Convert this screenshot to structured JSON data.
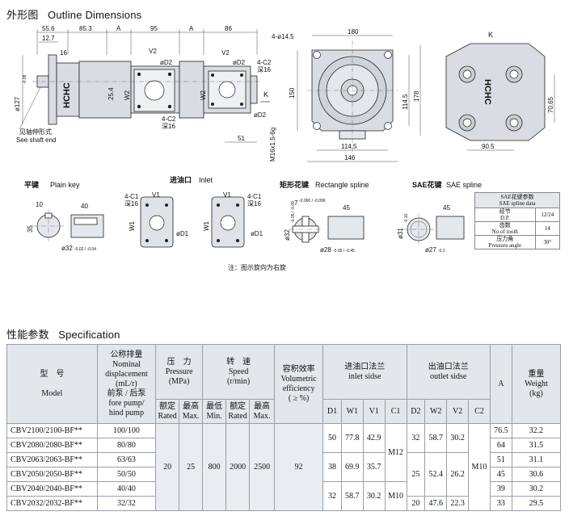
{
  "outline": {
    "title_cn": "外形图",
    "title_en": "Outline Dimensions",
    "side": {
      "dims_top": [
        "55.6",
        "85.3",
        "A",
        "95",
        "A",
        "86"
      ],
      "dim_12_7": "12.7",
      "dim_16": "16",
      "dia_127": "ø127",
      "dia_127_tol": "-0.08",
      "brand": "HCHC",
      "v2": "V2",
      "d2": "øD2",
      "w2": "W2",
      "c2": "4-C2",
      "c2_depth": "深16",
      "dim_25_4": "25.4",
      "k": "K",
      "dim_51": "51",
      "m16": "M16x1.5-6g",
      "shaft_note_cn": "见轴伸形式",
      "shaft_note_en": "See shaft end"
    },
    "front": {
      "bolt": "4-ø14.5",
      "dim_180": "180",
      "dim_150": "150",
      "dim_114_5_v": "114.5",
      "dim_178": "178",
      "dim_114_5_h": "114.5",
      "dim_146": "146"
    },
    "rear": {
      "k": "K",
      "brand": "HCHC",
      "dim_70_65": "70.65",
      "dim_90_5": "90.5"
    },
    "inlet": {
      "title_cn": "进油口",
      "title_en": "Inlet",
      "c1": "4-C1",
      "c1_depth": "深16",
      "v1": "V1",
      "w1": "W1",
      "d1": "øD1"
    },
    "plain_key": {
      "title_cn": "平键",
      "title_en": "Plain key",
      "dim_10": "10",
      "dim_40": "40",
      "dim_35": "35",
      "dim_35_tol": "-0.2",
      "dia_32": "ø32",
      "dia_32_tol": "-0.02 / -0.04"
    },
    "rect_spline": {
      "title_cn": "矩形花键",
      "title_en": "Rectangle spline",
      "dim_7": "7",
      "dim_7_tol": "-0.060 / -0.096",
      "dim_45": "45",
      "dia_32": "ø32",
      "dia_32_tol": "-0.05 / -0.09",
      "dia_28": "ø28",
      "dia_28_tol": "-0.05 / -0.45"
    },
    "sae_spline": {
      "title_cn": "SAE花键",
      "title_en": "SAE spline",
      "dim_45": "45",
      "dia_31": "ø31",
      "dia_31_tol": "-0.10",
      "dia_27": "ø27",
      "dia_27_tol": "-0.2"
    },
    "sae_table": {
      "header_cn": "SAE花键参数",
      "header_en": "SAE spline data",
      "rows": [
        {
          "cn": "经节",
          "en": "D.P.",
          "value": "12/24"
        },
        {
          "cn": "齿数",
          "en": "No.of tooth",
          "value": "14"
        },
        {
          "cn": "压力角",
          "en": "Pressure angle",
          "value": "30°"
        }
      ]
    },
    "rotation_note": "注：图示旋向为右旋"
  },
  "spec": {
    "title_cn": "性能参数",
    "title_en": "Specification",
    "headers": {
      "model_cn": "型　号",
      "model_en": "Model",
      "disp_cn": "公称排量",
      "disp_en1": "Nominal",
      "disp_en2": "displacement",
      "disp_unit": "(mL/r)",
      "disp_cn2": "前泵 / 后泵",
      "disp_en3": "fore pump/",
      "disp_en4": "hind pump",
      "press_cn": "压　力",
      "press_en": "Pressure",
      "press_unit": "(MPa)",
      "press_rated_cn": "额定",
      "press_rated_en": "Rated",
      "press_max_cn": "最高",
      "press_max_en": "Max.",
      "speed_cn": "转　速",
      "speed_en": "Speed",
      "speed_unit": "(r/min)",
      "speed_min_cn": "最低",
      "speed_min_en": "Min.",
      "speed_rated_cn": "额定",
      "speed_rated_en": "Rated",
      "speed_max_cn": "最高",
      "speed_max_en": "Max.",
      "eff_cn": "容积效率",
      "eff_en1": "Volumetric",
      "eff_en2": "efficiency",
      "eff_unit": "( ≥ %)",
      "inlet_cn": "进油口法兰",
      "inlet_en": "inlet sidse",
      "outlet_cn": "出油口法兰",
      "outlet_en": "outlet sidse",
      "a": "A",
      "weight_cn": "重量",
      "weight_en": "Weight",
      "weight_unit": "(kg)",
      "d1": "D1",
      "w1": "W1",
      "v1": "V1",
      "c1": "C1",
      "d2": "D2",
      "w2": "W2",
      "v2": "V2",
      "c2": "C2"
    },
    "shared": {
      "press_rated": "20",
      "press_max": "25",
      "speed_min": "800",
      "speed_rated": "2000",
      "speed_max": "2500",
      "efficiency": "92",
      "c1": "M12",
      "c1_last": "M10",
      "c2": "M10"
    },
    "groups": {
      "in1": {
        "d1": "50",
        "w1": "77.8",
        "v1": "42.9"
      },
      "in2": {
        "d1": "38",
        "w1": "69.9",
        "v1": "35.7"
      },
      "in3": {
        "d1": "32",
        "w1": "58.7",
        "v1": "30.2"
      },
      "out1": {
        "d2": "32",
        "w2": "58.7",
        "v2": "30.2"
      },
      "out2": {
        "d2": "25",
        "w2": "52.4",
        "v2": "26.2"
      },
      "out3": {
        "d2": "20",
        "w2": "47.6",
        "v2": "22.3"
      }
    },
    "rows": [
      {
        "model": "CBV2100/2100-BF**",
        "disp": "100/100",
        "a": "76.5",
        "weight": "32.2"
      },
      {
        "model": "CBV2080/2080-BF**",
        "disp": "80/80",
        "a": "64",
        "weight": "31.5"
      },
      {
        "model": "CBV2063/2063-BF**",
        "disp": "63/63",
        "a": "51",
        "weight": "31.1"
      },
      {
        "model": "CBV2050/2050-BF**",
        "disp": "50/50",
        "a": "45",
        "weight": "30.6"
      },
      {
        "model": "CBV2040/2040-BF**",
        "disp": "40/40",
        "a": "39",
        "weight": "30.2"
      },
      {
        "model": "CBV2032/2032-BF**",
        "disp": "32/32",
        "a": "33",
        "weight": "29.5"
      }
    ]
  }
}
